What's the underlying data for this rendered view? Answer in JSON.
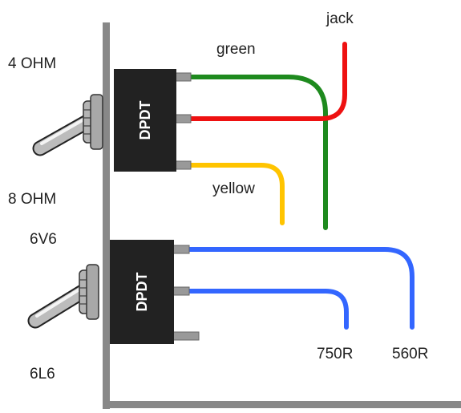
{
  "switches": {
    "top": {
      "body_label": "DPDT",
      "position_up": "4 OHM",
      "position_down": "8 OHM"
    },
    "bottom": {
      "body_label": "DPDT",
      "position_up": "6V6",
      "position_down": "6L6"
    }
  },
  "wires": {
    "green": "green",
    "jack": "jack",
    "yellow": "yellow",
    "r750": "750R",
    "r560": "560R"
  },
  "colors": {
    "green_wire": "#1e8a1e",
    "red_wire": "#ee1111",
    "yellow_wire": "#ffc400",
    "blue_wire": "#3366ff",
    "switch_body": "#222222",
    "panel": "#888888"
  }
}
